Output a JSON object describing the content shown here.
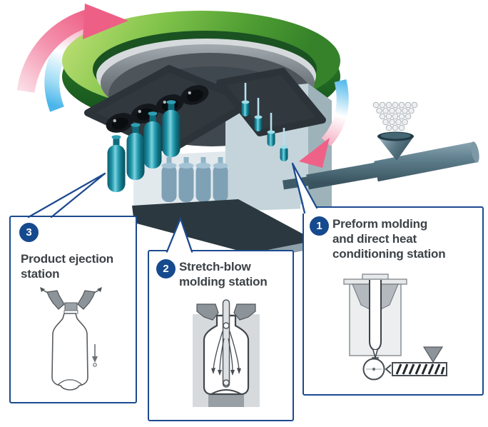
{
  "diagram": {
    "subject": "rotary one-step stretch-blow molding machine process",
    "stations": [
      {
        "number": "1",
        "label": "Preform molding and direct heat conditioning station",
        "lines": [
          "Preform molding",
          "and direct heat",
          "conditioning station"
        ]
      },
      {
        "number": "2",
        "label": "Stretch-blow molding station",
        "lines": [
          "Stretch-blow",
          "molding station"
        ]
      },
      {
        "number": "3",
        "label": "Product ejection station",
        "lines": [
          "Product ejection",
          "station"
        ]
      }
    ],
    "machine_icons": [
      "rotating-turntable",
      "rotation-arrow-top",
      "rotation-arrow-left",
      "rotation-arrow-right",
      "mold-plate-left",
      "mold-plate-right",
      "hanging-bottles",
      "preforms",
      "blow-mold-block",
      "machine-base",
      "extruder-barrel",
      "resin-hopper-funnel",
      "resin-pellets"
    ],
    "station_icons": [
      "injection-mold-cross-section",
      "injection-screw",
      "screw-hopper",
      "injection-wheel",
      "blow-mold-cross-section",
      "stretch-rod",
      "air-flow-arrows",
      "ejected-bottle",
      "gripper-claws",
      "drop-arrow"
    ],
    "colors": {
      "accent_navy": "#1d4a8f",
      "badge_navy": "#164a8e",
      "turntable_green": "#6ab23e",
      "turntable_green_dark": "#1e6322",
      "disc_gray": "#6f777d",
      "plate_dark": "#31383e",
      "bottle_teal": "#1f93a8",
      "ghost_bottle_blue": "#3b6e91",
      "arrow_pink": "#ee5f86",
      "arrow_blue": "#4ab5ea",
      "steel_blue": "#5f7f8e",
      "title_text": "#3d4247"
    }
  }
}
